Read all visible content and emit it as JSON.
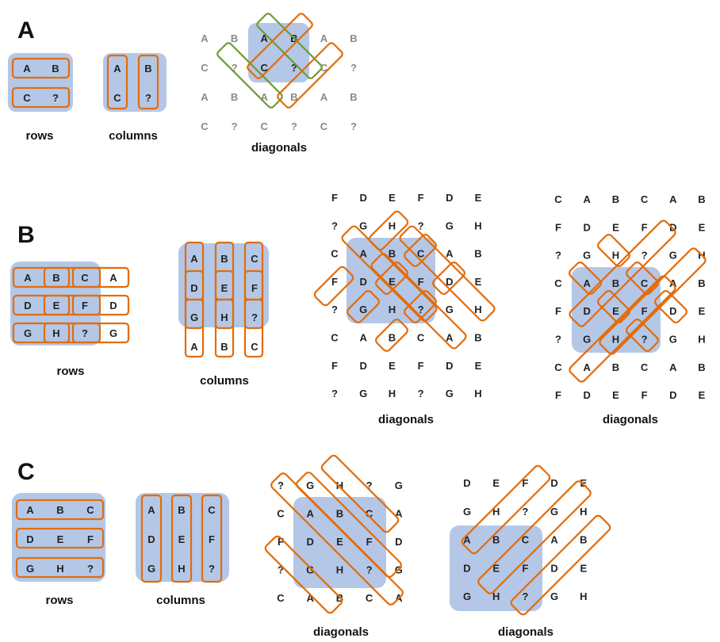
{
  "panels": {
    "A": {
      "label": "A",
      "rows": {
        "cells": [
          [
            "A",
            "B"
          ],
          [
            "C",
            "?"
          ]
        ],
        "caption": "rows"
      },
      "columns": {
        "cells": [
          [
            "A",
            "B"
          ],
          [
            "C",
            "?"
          ]
        ],
        "caption": "columns"
      },
      "diagonals": {
        "cells": [
          [
            "A",
            "B",
            "A",
            "B",
            "A",
            "B"
          ],
          [
            "C",
            "?",
            "C",
            "?",
            "C",
            "?"
          ],
          [
            "A",
            "B",
            "A",
            "B",
            "A",
            "B"
          ],
          [
            "C",
            "?",
            "C",
            "?",
            "C",
            "?"
          ]
        ],
        "caption": "diagonals"
      }
    },
    "B": {
      "label": "B",
      "rows": {
        "cells": [
          [
            "A",
            "B",
            "C",
            "A"
          ],
          [
            "D",
            "E",
            "F",
            "D"
          ],
          [
            "G",
            "H",
            "?",
            "G"
          ]
        ],
        "caption": "rows"
      },
      "columns": {
        "cells": [
          [
            "A",
            "B",
            "C"
          ],
          [
            "D",
            "E",
            "F"
          ],
          [
            "G",
            "H",
            "?"
          ],
          [
            "A",
            "B",
            "C"
          ]
        ],
        "caption": "columns"
      },
      "diagonals1": {
        "cells": [
          [
            "F",
            "D",
            "E",
            "F",
            "D",
            "E"
          ],
          [
            "?",
            "G",
            "H",
            "?",
            "G",
            "H"
          ],
          [
            "C",
            "A",
            "B",
            "C",
            "A",
            "B"
          ],
          [
            "F",
            "D",
            "E",
            "F",
            "D",
            "E"
          ],
          [
            "?",
            "G",
            "H",
            "?",
            "G",
            "H"
          ],
          [
            "C",
            "A",
            "B",
            "C",
            "A",
            "B"
          ],
          [
            "F",
            "D",
            "E",
            "F",
            "D",
            "E"
          ],
          [
            "?",
            "G",
            "H",
            "?",
            "G",
            "H"
          ]
        ],
        "caption": "diagonals"
      },
      "diagonals2": {
        "cells": [
          [
            "C",
            "A",
            "B",
            "C",
            "A",
            "B"
          ],
          [
            "F",
            "D",
            "E",
            "F",
            "D",
            "E"
          ],
          [
            "?",
            "G",
            "H",
            "?",
            "G",
            "H"
          ],
          [
            "C",
            "A",
            "B",
            "C",
            "A",
            "B"
          ],
          [
            "F",
            "D",
            "E",
            "F",
            "D",
            "E"
          ],
          [
            "?",
            "G",
            "H",
            "?",
            "G",
            "H"
          ],
          [
            "C",
            "A",
            "B",
            "C",
            "A",
            "B"
          ],
          [
            "F",
            "D",
            "E",
            "F",
            "D",
            "E"
          ]
        ],
        "caption": "diagonals"
      }
    },
    "C": {
      "label": "C",
      "rows": {
        "cells": [
          [
            "A",
            "B",
            "C"
          ],
          [
            "D",
            "E",
            "F"
          ],
          [
            "G",
            "H",
            "?"
          ]
        ],
        "caption": "rows"
      },
      "columns": {
        "cells": [
          [
            "A",
            "B",
            "C"
          ],
          [
            "D",
            "E",
            "F"
          ],
          [
            "G",
            "H",
            "?"
          ]
        ],
        "caption": "columns"
      },
      "diagonals1": {
        "cells": [
          [
            "?",
            "G",
            "H",
            "?",
            "G"
          ],
          [
            "C",
            "A",
            "B",
            "C",
            "A"
          ],
          [
            "F",
            "D",
            "E",
            "F",
            "D"
          ],
          [
            "?",
            "G",
            "H",
            "?",
            "G"
          ],
          [
            "C",
            "A",
            "B",
            "C",
            "A"
          ]
        ],
        "caption": "diagonals"
      },
      "diagonals2": {
        "cells": [
          [
            "D",
            "E",
            "F",
            "D",
            "E"
          ],
          [
            "G",
            "H",
            "?",
            "G",
            "H"
          ],
          [
            "A",
            "B",
            "C",
            "A",
            "B"
          ],
          [
            "D",
            "E",
            "F",
            "D",
            "E"
          ],
          [
            "G",
            "H",
            "?",
            "G",
            "H"
          ]
        ],
        "caption": "diagonals"
      }
    }
  },
  "colors": {
    "highlight": "#b4c7e7",
    "orange_box": "#e36c09",
    "green_box": "#6f9a37",
    "faded_text": "#8a8a8a"
  }
}
